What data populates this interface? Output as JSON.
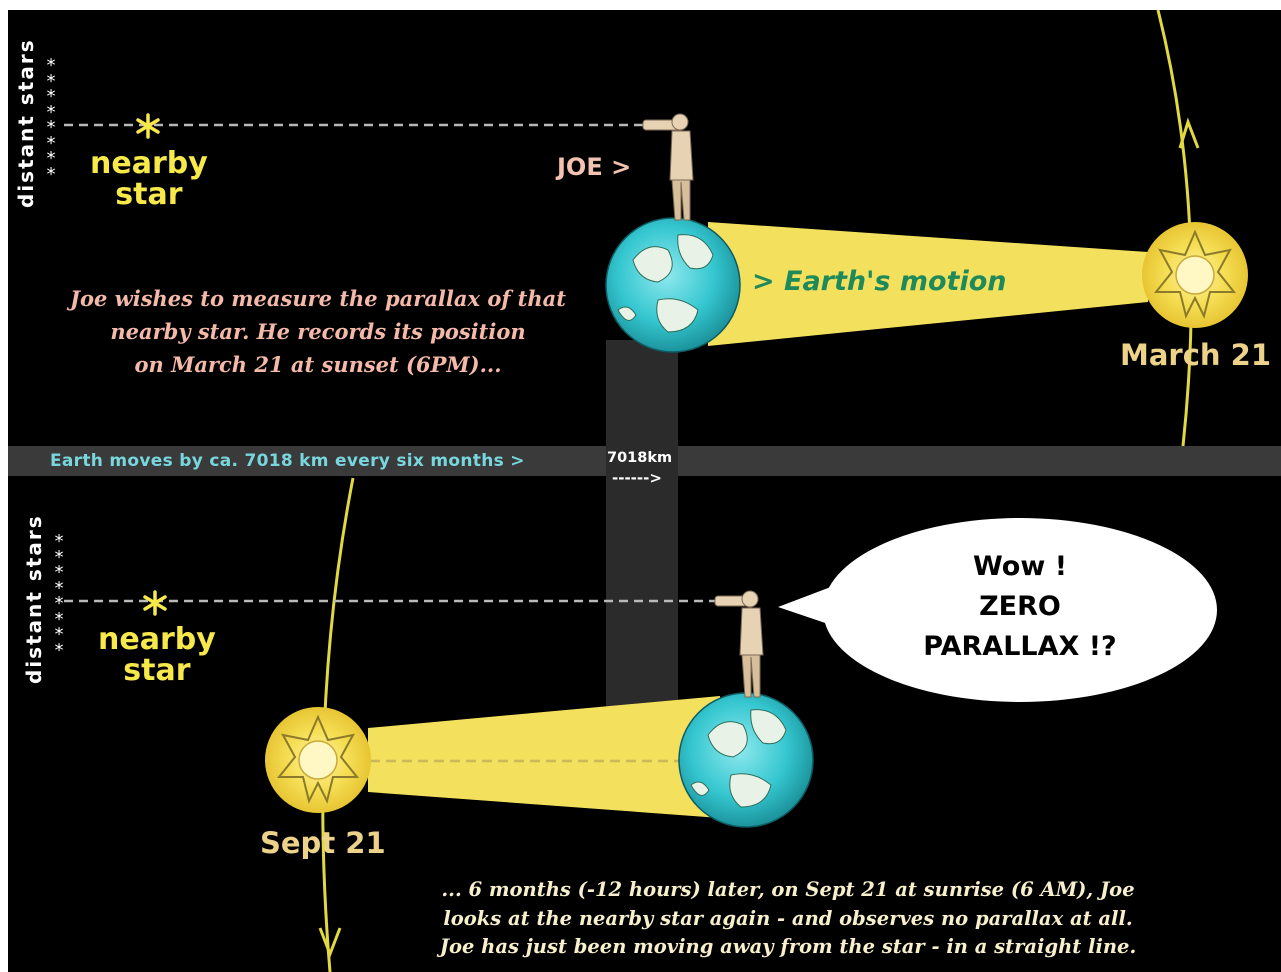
{
  "top_panel": {
    "axis_label": "distant stars",
    "star_label": "nearby\nstar",
    "observer_label": "JOE >",
    "motion_label": "> Earth's motion",
    "sun_date": "March 21",
    "story_lines": [
      "Joe wishes to measure the parallax of that",
      "nearby star. He records its position",
      "on March 21 at sunset (6PM)..."
    ]
  },
  "band": {
    "text": "Earth moves by ca. 7018 km every six months >",
    "distance_label": "7018km",
    "arrow": "------>"
  },
  "bottom_panel": {
    "axis_label": "distant stars",
    "star_label": "nearby\nstar",
    "sun_date": "Sept 21",
    "bubble_lines": [
      "Wow !",
      "ZERO",
      "PARALLAX !?"
    ],
    "story_lines": [
      "... 6 months  (-12 hours) later, on Sept 21 at sunrise (6 AM), Joe",
      "looks at the nearby star again - and observes no parallax at all.",
      "Joe has just been moving away from the star - in a straight line."
    ]
  },
  "colors": {
    "background": "#000000",
    "sun": "#f4d94b",
    "light_beam": "#f3e05c",
    "earth_ocean": "#33c7cf",
    "orbit": "#e2d842",
    "band": "#3a3a3a",
    "star_label": "#f7e94a",
    "story_top": "#f4b9a8",
    "motion_text": "#1e8a5b",
    "band_text": "#78d6dd"
  }
}
